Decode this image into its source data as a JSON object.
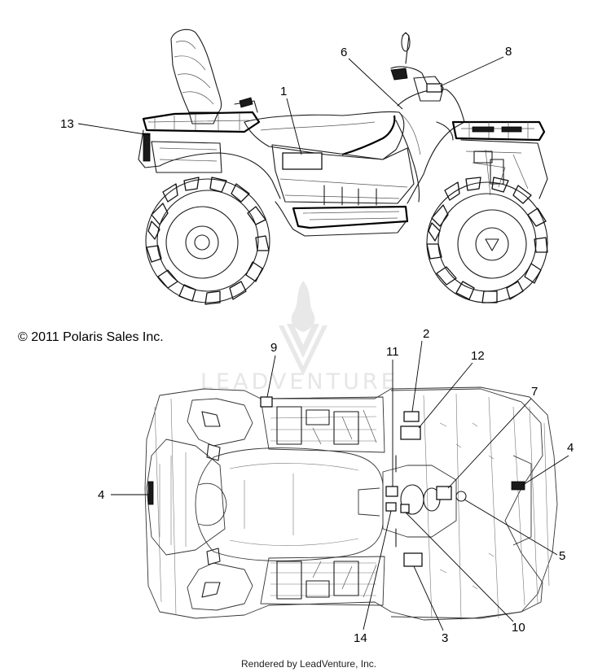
{
  "copyright": "© 2011 Polaris Sales Inc.",
  "footer": "Rendered by LeadVenture, Inc.",
  "watermark_text": "LEADVENTURE",
  "logo": "leadventure-flame-logo",
  "side_view": {
    "callouts": {
      "c1": "1",
      "c6": "6",
      "c8": "8",
      "c13": "13"
    }
  },
  "top_view": {
    "callouts": {
      "c2": "2",
      "c3": "3",
      "c4_left": "4",
      "c4_right": "4",
      "c5": "5",
      "c7": "7",
      "c9": "9",
      "c10": "10",
      "c11": "11",
      "c12": "12",
      "c14": "14"
    }
  }
}
